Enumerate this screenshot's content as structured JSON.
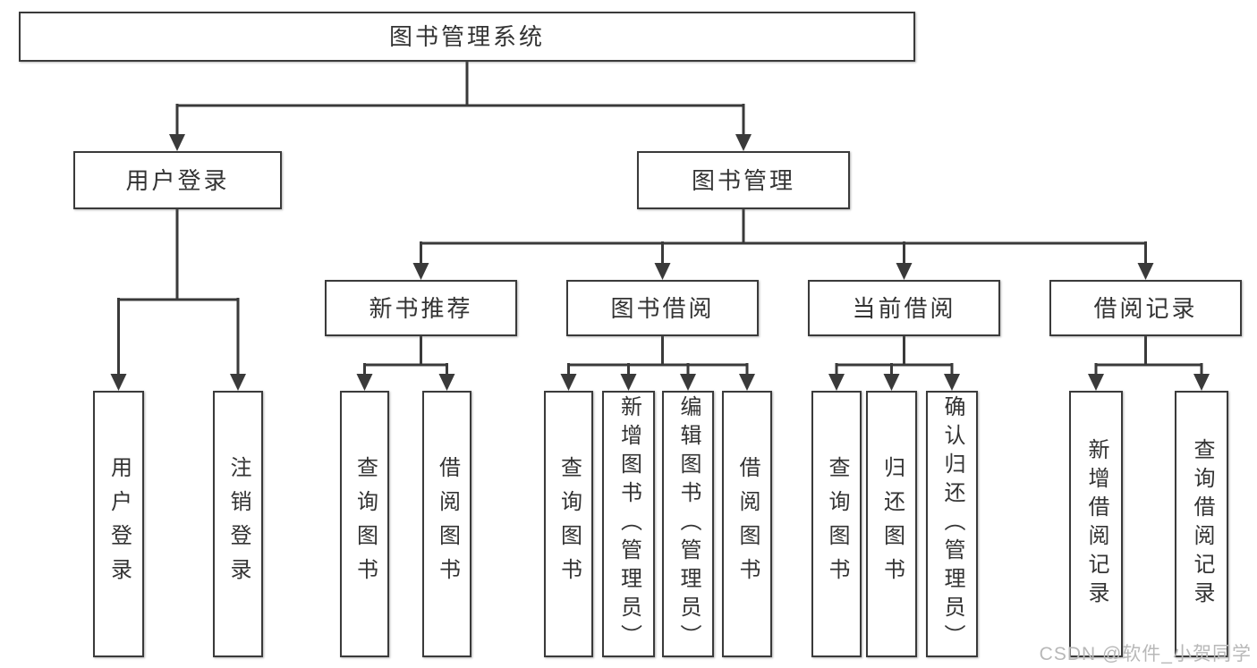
{
  "diagram": {
    "title": "图书管理系统",
    "root": {
      "label": "图书管理系统"
    },
    "branches": [
      {
        "label": "用户登录",
        "children": [
          {
            "label": "用户登录"
          },
          {
            "label": "注销登录"
          }
        ]
      },
      {
        "label": "图书管理",
        "children": [
          {
            "label": "新书推荐",
            "children": [
              {
                "label": "查询图书"
              },
              {
                "label": "借阅图书"
              }
            ]
          },
          {
            "label": "图书借阅",
            "children": [
              {
                "label": "查询图书"
              },
              {
                "label": "新增图书（管理员）"
              },
              {
                "label": "编辑图书（管理员）"
              },
              {
                "label": "借阅图书"
              }
            ]
          },
          {
            "label": "当前借阅",
            "children": [
              {
                "label": "查询图书"
              },
              {
                "label": "归还图书"
              },
              {
                "label": "确认归还（管理员）"
              }
            ]
          },
          {
            "label": "借阅记录",
            "children": [
              {
                "label": "新增借阅记录"
              },
              {
                "label": "查询借阅记录"
              }
            ]
          }
        ]
      }
    ]
  },
  "watermark": {
    "text": "CSDN @软件_小贺同学"
  },
  "colors": {
    "line": "#3a3a3a",
    "text": "#333333",
    "background": "#ffffff",
    "watermark": "#b8b8b8"
  }
}
